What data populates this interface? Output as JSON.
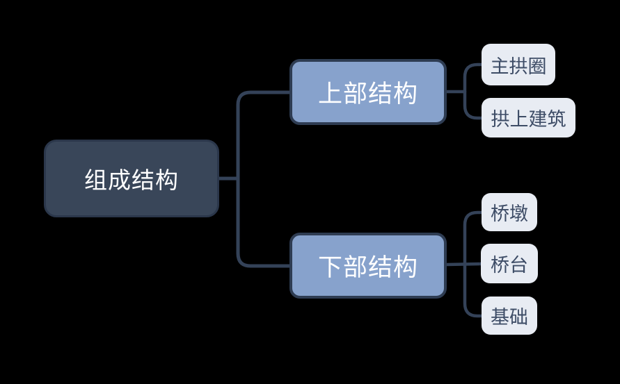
{
  "theme": {
    "background": "#000000",
    "connector": "#344258",
    "root_fill": "#394659",
    "root_border": "#2B374B",
    "branch_fill": "#87A2CC",
    "branch_border": "#2E3C52",
    "leaf_fill": "#E8ECF3",
    "leaf_text": "#3D4C66",
    "node_text": "#FFFFFF"
  },
  "mindmap": {
    "root": {
      "label": "组成结构"
    },
    "branches": [
      {
        "label": "上部结构",
        "children": [
          "主拱圈",
          "拱上建筑"
        ]
      },
      {
        "label": "下部结构",
        "children": [
          "桥墩",
          "桥台",
          "基础"
        ]
      }
    ]
  }
}
